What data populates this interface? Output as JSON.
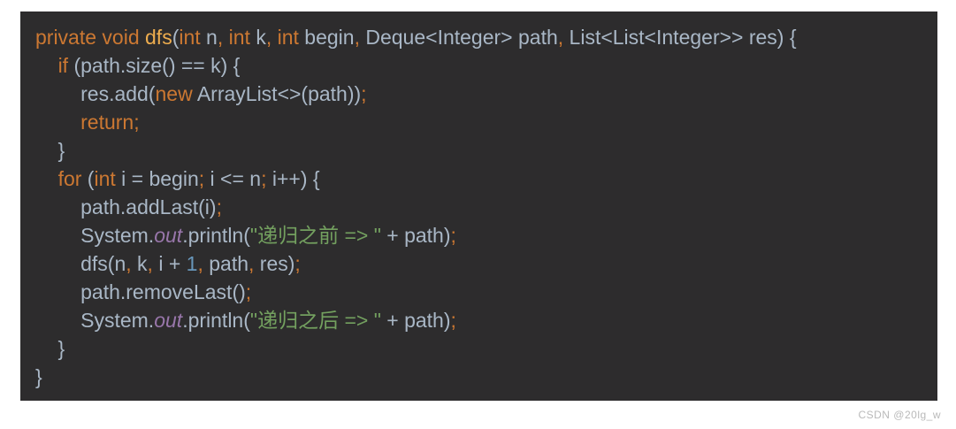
{
  "watermark": {
    "text": "CSDN @20lg_w"
  },
  "colors": {
    "panel_background": "#2d2c2d",
    "page_background": "#ffffff",
    "default_text": "#a9b7c6",
    "keyword_and_punct": "#cc7832",
    "method_name": "#eead4e",
    "string": "#73a05f",
    "static_field": "#9876aa",
    "number": "#6897bb",
    "watermark_text": "#b9b9b9"
  },
  "code": {
    "language": "java",
    "lines": [
      [
        {
          "c": "kw",
          "t": "private void "
        },
        {
          "c": "fn",
          "t": "dfs"
        },
        {
          "c": "d",
          "t": "("
        },
        {
          "c": "kw",
          "t": "int"
        },
        {
          "c": "d",
          "t": " n"
        },
        {
          "c": "kw",
          "t": ", "
        },
        {
          "c": "kw",
          "t": "int"
        },
        {
          "c": "d",
          "t": " k"
        },
        {
          "c": "kw",
          "t": ", "
        },
        {
          "c": "kw",
          "t": "int"
        },
        {
          "c": "d",
          "t": " begin"
        },
        {
          "c": "kw",
          "t": ", "
        },
        {
          "c": "d",
          "t": "Deque<Integer> path"
        },
        {
          "c": "kw",
          "t": ", "
        },
        {
          "c": "d",
          "t": "List<List<Integer>> res) {"
        }
      ],
      [
        {
          "c": "d",
          "t": "    "
        },
        {
          "c": "kw",
          "t": "if"
        },
        {
          "c": "d",
          "t": " (path.size() == k) {"
        }
      ],
      [
        {
          "c": "d",
          "t": "        res.add("
        },
        {
          "c": "kw",
          "t": "new"
        },
        {
          "c": "d",
          "t": " ArrayList<>(path))"
        },
        {
          "c": "kw",
          "t": ";"
        }
      ],
      [
        {
          "c": "d",
          "t": "        "
        },
        {
          "c": "kw",
          "t": "return;"
        }
      ],
      [
        {
          "c": "d",
          "t": "    }"
        }
      ],
      [
        {
          "c": "d",
          "t": "    "
        },
        {
          "c": "kw",
          "t": "for"
        },
        {
          "c": "d",
          "t": " ("
        },
        {
          "c": "kw",
          "t": "int"
        },
        {
          "c": "d",
          "t": " i = begin"
        },
        {
          "c": "kw",
          "t": ";"
        },
        {
          "c": "d",
          "t": " i <= n"
        },
        {
          "c": "kw",
          "t": ";"
        },
        {
          "c": "d",
          "t": " i++) {"
        }
      ],
      [
        {
          "c": "d",
          "t": "        path.addLast(i)"
        },
        {
          "c": "kw",
          "t": ";"
        }
      ],
      [
        {
          "c": "d",
          "t": "        System."
        },
        {
          "c": "fld",
          "t": "out"
        },
        {
          "c": "d",
          "t": ".println("
        },
        {
          "c": "str",
          "t": "\""
        },
        {
          "c": "strcjk",
          "t": "递归之前"
        },
        {
          "c": "str",
          "t": " => \""
        },
        {
          "c": "d",
          "t": " + path)"
        },
        {
          "c": "kw",
          "t": ";"
        }
      ],
      [
        {
          "c": "d",
          "t": "        dfs(n"
        },
        {
          "c": "kw",
          "t": ", "
        },
        {
          "c": "d",
          "t": "k"
        },
        {
          "c": "kw",
          "t": ", "
        },
        {
          "c": "d",
          "t": "i + "
        },
        {
          "c": "num",
          "t": "1"
        },
        {
          "c": "kw",
          "t": ", "
        },
        {
          "c": "d",
          "t": "path"
        },
        {
          "c": "kw",
          "t": ", "
        },
        {
          "c": "d",
          "t": "res)"
        },
        {
          "c": "kw",
          "t": ";"
        }
      ],
      [
        {
          "c": "d",
          "t": "        path.removeLast()"
        },
        {
          "c": "kw",
          "t": ";"
        }
      ],
      [
        {
          "c": "d",
          "t": "        System."
        },
        {
          "c": "fld",
          "t": "out"
        },
        {
          "c": "d",
          "t": ".println("
        },
        {
          "c": "str",
          "t": "\""
        },
        {
          "c": "strcjk",
          "t": "递归之后"
        },
        {
          "c": "str",
          "t": " => \""
        },
        {
          "c": "d",
          "t": " + path)"
        },
        {
          "c": "kw",
          "t": ";"
        }
      ],
      [
        {
          "c": "d",
          "t": "    }"
        }
      ],
      [
        {
          "c": "d",
          "t": "}"
        }
      ]
    ]
  }
}
